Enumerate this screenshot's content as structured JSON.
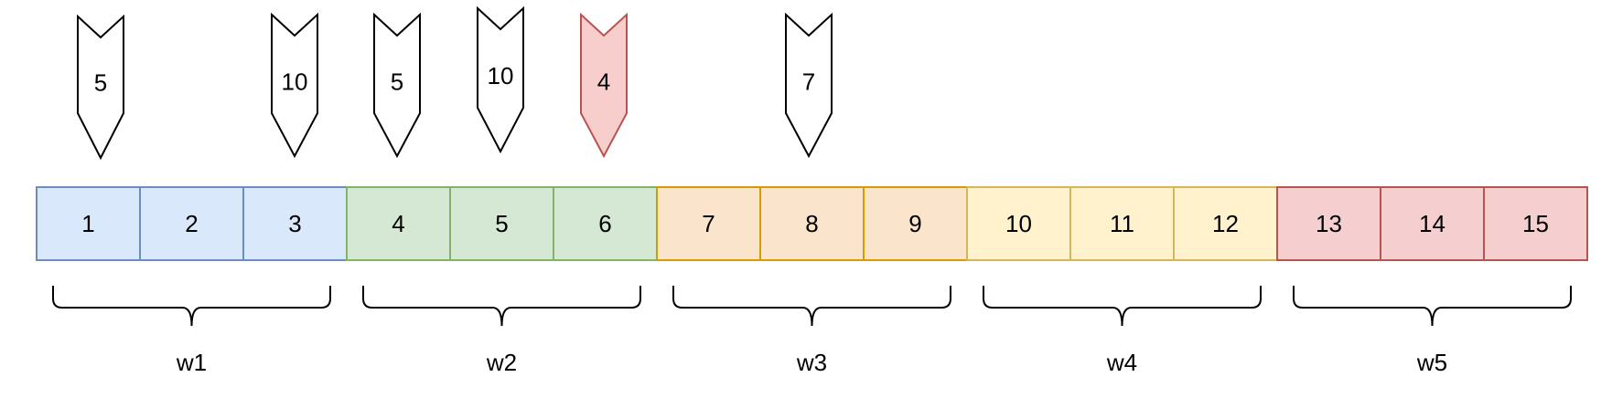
{
  "cells": [
    {
      "label": "1",
      "group": 0
    },
    {
      "label": "2",
      "group": 0
    },
    {
      "label": "3",
      "group": 0
    },
    {
      "label": "4",
      "group": 1
    },
    {
      "label": "5",
      "group": 1
    },
    {
      "label": "6",
      "group": 1
    },
    {
      "label": "7",
      "group": 2
    },
    {
      "label": "8",
      "group": 2
    },
    {
      "label": "9",
      "group": 2
    },
    {
      "label": "10",
      "group": 3
    },
    {
      "label": "11",
      "group": 3
    },
    {
      "label": "12",
      "group": 3
    },
    {
      "label": "13",
      "group": 4
    },
    {
      "label": "14",
      "group": 4
    },
    {
      "label": "15",
      "group": 4
    }
  ],
  "windows": [
    {
      "label": "w1",
      "fill": "#dae8fc",
      "stroke": "#6c8ebf"
    },
    {
      "label": "w2",
      "fill": "#d5e8d4",
      "stroke": "#82b366"
    },
    {
      "label": "w3",
      "fill": "#fae5cc",
      "stroke": "#d79b00"
    },
    {
      "label": "w4",
      "fill": "#fff2cc",
      "stroke": "#d6b656"
    },
    {
      "label": "w5",
      "fill": "#f5cfcf",
      "stroke": "#b85450"
    }
  ],
  "markers": [
    {
      "label": "5",
      "highlighted": false
    },
    {
      "label": "10",
      "highlighted": false
    },
    {
      "label": "5",
      "highlighted": false
    },
    {
      "label": "10",
      "highlighted": false
    },
    {
      "label": "4",
      "highlighted": true
    },
    {
      "label": "7",
      "highlighted": false
    }
  ],
  "marker_colors": {
    "normal_fill": "#ffffff",
    "normal_stroke": "#000000",
    "highlight_fill": "#f8cecc",
    "highlight_stroke": "#b85450"
  }
}
